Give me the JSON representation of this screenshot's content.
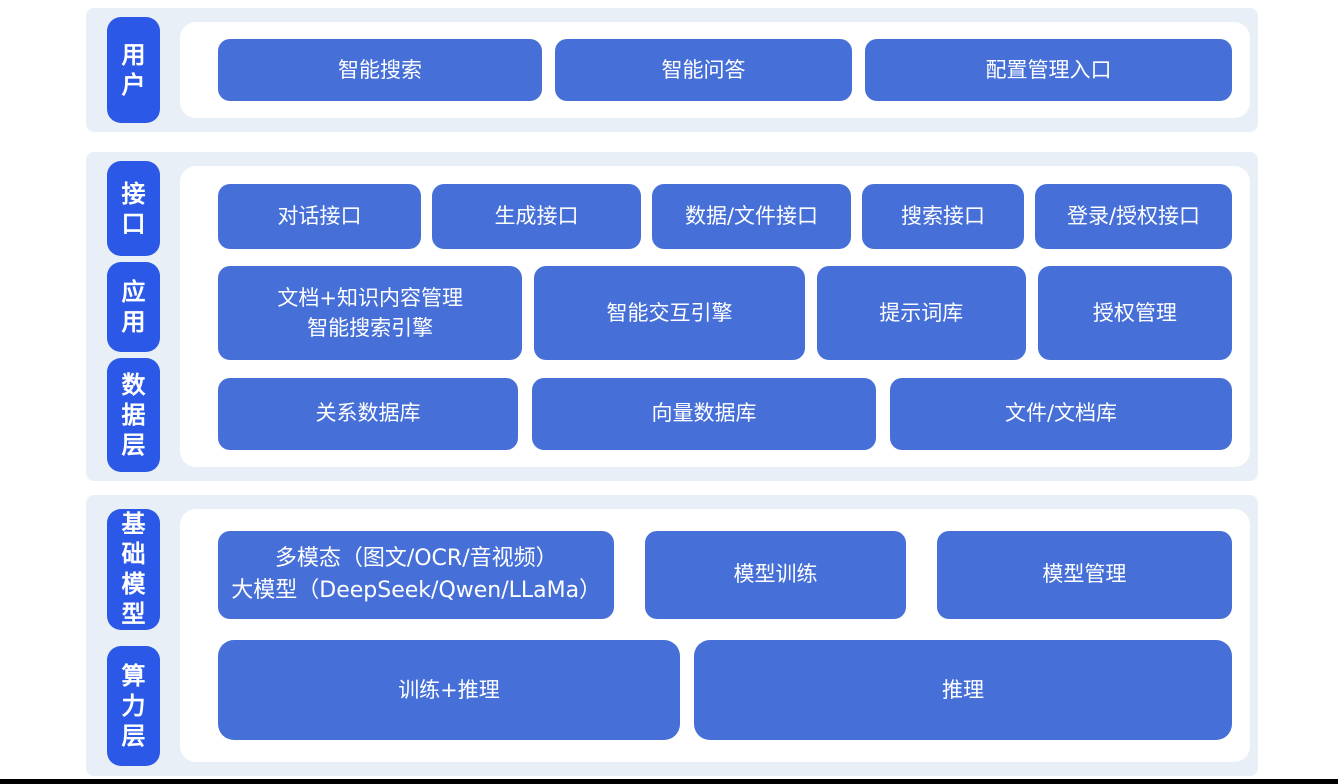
{
  "colors": {
    "box_blue": "#4670d8",
    "pill_blue": "#2b58e6",
    "section_bg": "#e9eff7",
    "panel_bg": "#ffffff",
    "text_white": "#ffffff",
    "footer_black": "#000000"
  },
  "sections": [
    {
      "name": "user-layer",
      "labels": [
        "用\n户"
      ],
      "rows": [
        {
          "boxes": [
            {
              "label": "智能搜索"
            },
            {
              "label": "智能问答"
            },
            {
              "label": "配置管理入口"
            }
          ]
        }
      ]
    },
    {
      "name": "interface-application-data-layers",
      "labels": [
        "接\n口",
        "应\n用",
        "数\n据\n层"
      ],
      "rows": [
        {
          "boxes": [
            {
              "label": "对话接口"
            },
            {
              "label": "生成接口"
            },
            {
              "label": "数据/文件接口"
            },
            {
              "label": "搜索接口"
            },
            {
              "label": "登录/授权接口"
            }
          ]
        },
        {
          "boxes": [
            {
              "label": "文档+知识内容管理\n智能搜索引擎"
            },
            {
              "label": "智能交互引擎"
            },
            {
              "label": "提示词库"
            },
            {
              "label": "授权管理"
            }
          ]
        },
        {
          "boxes": [
            {
              "label": "关系数据库"
            },
            {
              "label": "向量数据库"
            },
            {
              "label": "文件/文档库"
            }
          ]
        }
      ]
    },
    {
      "name": "foundation-model-compute-layers",
      "labels": [
        "基\n础\n模\n型",
        "算\n力\n层"
      ],
      "rows": [
        {
          "boxes": [
            {
              "label": "多模态（图文/OCR/音视频）\n大模型（DeepSeek/Qwen/LLaMa）"
            },
            {
              "label": "模型训练"
            },
            {
              "label": "模型管理"
            }
          ]
        },
        {
          "boxes": [
            {
              "label": "训练+推理"
            },
            {
              "label": "推理"
            }
          ]
        }
      ]
    }
  ]
}
